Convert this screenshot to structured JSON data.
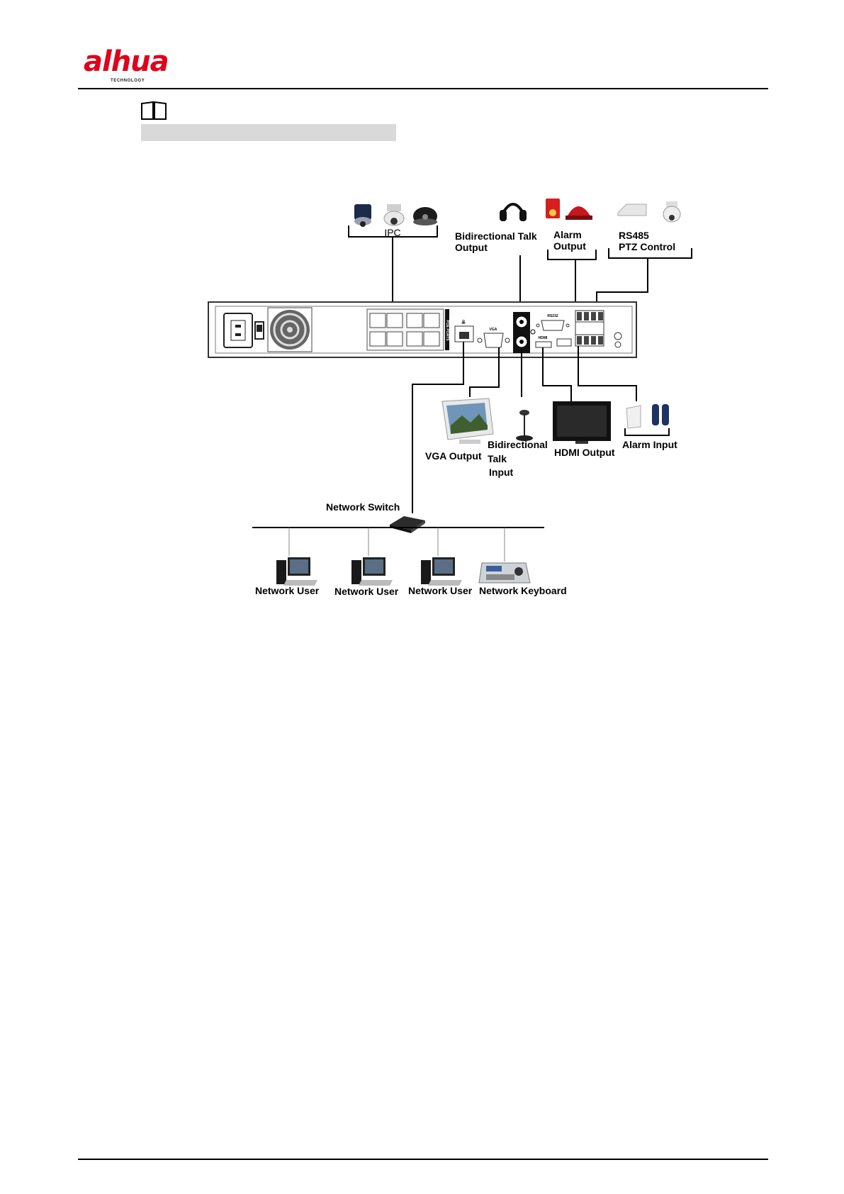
{
  "header": {
    "logo_text": "alhua",
    "logo_sub": "TECHNOLOGY"
  },
  "note": {
    "icon": "book-icon"
  },
  "diagram": {
    "labels": {
      "ipc": "IPC",
      "bidirectional_talk_output_1": "Bidirectional Talk",
      "bidirectional_talk_output_2": "Output",
      "alarm_output_1": "Alarm",
      "alarm_output_2": "Output",
      "rs485_1": "RS485",
      "rs485_2": "PTZ Control",
      "vga_output": "VGA Output",
      "bidirectional_talk_input_1": "Bidirectional",
      "bidirectional_talk_input_2": "Talk",
      "bidirectional_talk_input_3": "Input",
      "hdmi_output": "HDMI Output",
      "alarm_input": "Alarm Input",
      "network_switch": "Network Switch",
      "network_user_1": "Network User",
      "network_user_2": "Network User",
      "network_user_3": "Network User",
      "network_keyboard": "Network Keyboard"
    },
    "panel_labels": {
      "poe_ports": "POE PORTS",
      "vga": "VGA",
      "rs232": "RS232",
      "hdmi": "HDMI"
    }
  }
}
